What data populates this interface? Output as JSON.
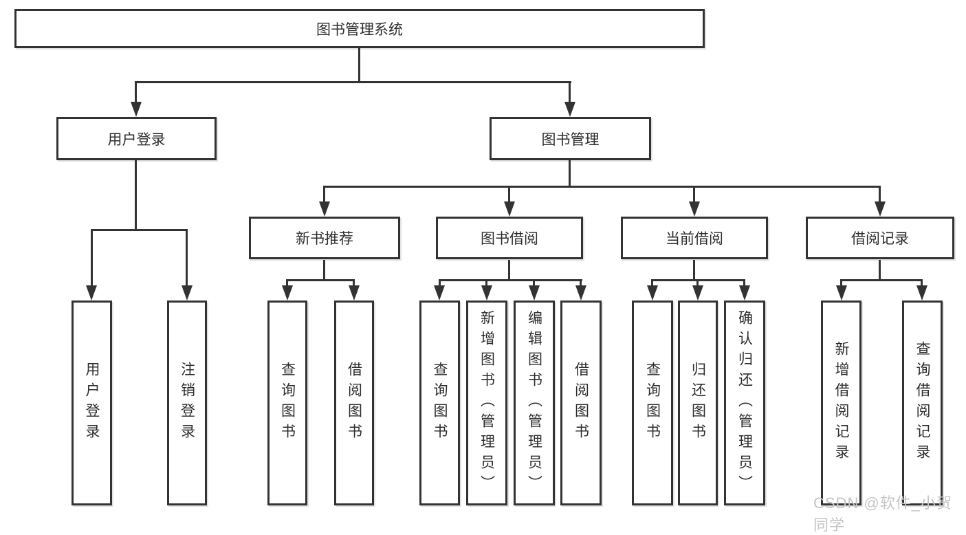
{
  "tree": {
    "root": {
      "label": "图书管理系统",
      "children": [
        {
          "label": "用户登录",
          "children": [
            {
              "label": "用户登录"
            },
            {
              "label": "注销登录"
            }
          ]
        },
        {
          "label": "图书管理",
          "children": [
            {
              "label": "新书推荐",
              "children": [
                {
                  "label": "查询图书"
                },
                {
                  "label": "借阅图书"
                }
              ]
            },
            {
              "label": "图书借阅",
              "children": [
                {
                  "label": "查询图书"
                },
                {
                  "label": "新增图书（管理员）"
                },
                {
                  "label": "编辑图书（管理员）"
                },
                {
                  "label": "借阅图书"
                }
              ]
            },
            {
              "label": "当前借阅",
              "children": [
                {
                  "label": "查询图书"
                },
                {
                  "label": "归还图书"
                },
                {
                  "label": "确认归还（管理员）"
                }
              ]
            },
            {
              "label": "借阅记录",
              "children": [
                {
                  "label": "新增借阅记录"
                },
                {
                  "label": "查询借阅记录"
                }
              ]
            }
          ]
        }
      ]
    }
  },
  "watermark": {
    "text": "CSDN @软件_小贺同学"
  },
  "colors": {
    "line": "#333333",
    "box_border": "#333333",
    "text": "#2d2d2d",
    "watermark": "#c5c5c5",
    "background": "#ffffff"
  }
}
